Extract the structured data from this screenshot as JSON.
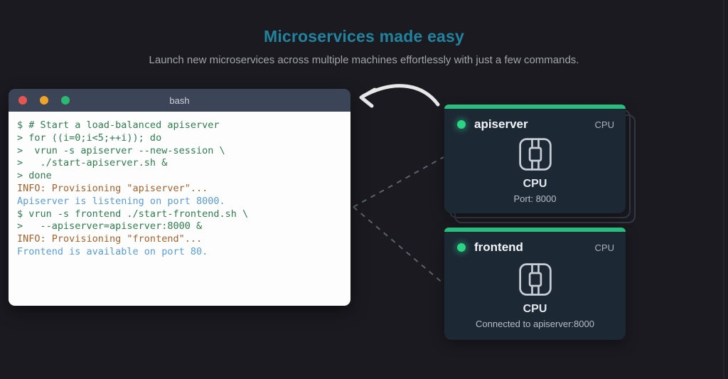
{
  "page": {
    "title": "Microservices made easy",
    "subtitle": "Launch new microservices across multiple machines effortlessly with just a few commands."
  },
  "terminal": {
    "window_title": "bash",
    "lines": [
      {
        "text": "$ # Start a load-balanced apiserver",
        "color": "green"
      },
      {
        "text": "> for ((i=0;i<5;++i)); do",
        "color": "green"
      },
      {
        "text": ">  vrun -s apiserver --new-session \\",
        "color": "green"
      },
      {
        "text": ">   ./start-apiserver.sh &",
        "color": "green"
      },
      {
        "text": "> done",
        "color": "green"
      },
      {
        "text": "INFO: Provisioning \"apiserver\"...",
        "color": "orange"
      },
      {
        "text": "Apiserver is listening on port 8000.",
        "color": "blue"
      },
      {
        "text": "$ vrun -s frontend ./start-frontend.sh \\",
        "color": "green"
      },
      {
        "text": ">   --apiserver=apiserver:8000 &",
        "color": "green"
      },
      {
        "text": "INFO: Provisioning \"frontend\"...",
        "color": "orange"
      },
      {
        "text": "Frontend is available on port 80.",
        "color": "blue"
      }
    ]
  },
  "cards": [
    {
      "name": "apiserver",
      "resource_badge": "CPU",
      "resource_label": "CPU",
      "detail": "Port: 8000"
    },
    {
      "name": "frontend",
      "resource_badge": "CPU",
      "resource_label": "CPU",
      "detail": "Connected to apiserver:8000"
    }
  ],
  "colors": {
    "background": "#1a1a20",
    "title_accent": "#22839e",
    "card_accent_green": "#2abb7f",
    "status_dot_green": "#2bd588",
    "terminal_header": "#3b4557",
    "terminal_green": "#2f7d4e",
    "terminal_orange": "#a6622c",
    "terminal_blue": "#589dd8",
    "connector_gray": "#5a6370",
    "arrow_white": "#e8e8e8"
  }
}
